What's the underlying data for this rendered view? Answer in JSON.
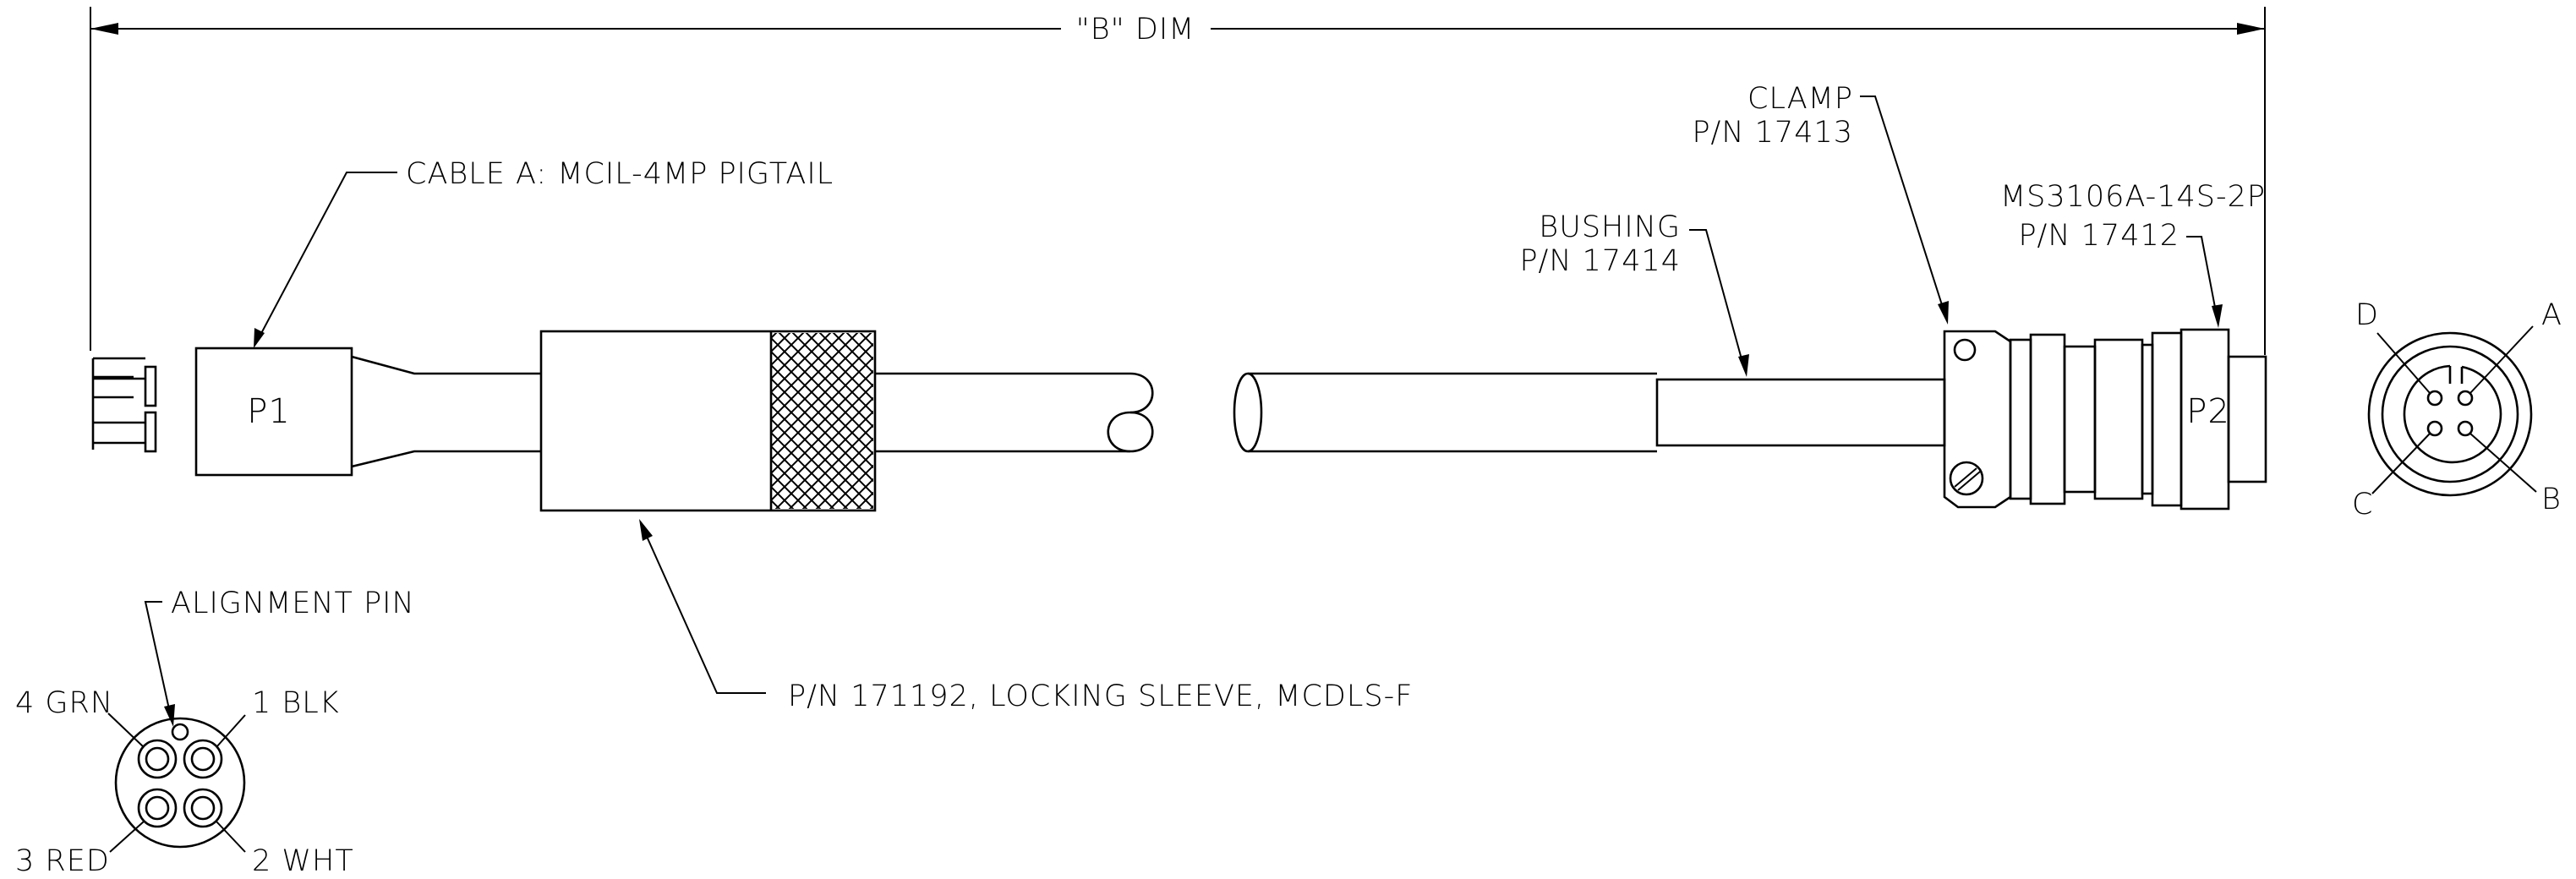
{
  "dimension": {
    "label": "\"B\" DIM"
  },
  "cable": {
    "label": "CABLE A: MCIL-4MP PIGTAIL"
  },
  "plugs": {
    "p1": "P1",
    "p2": "P2"
  },
  "sleeve": {
    "label": "P/N 171192,  LOCKING SLEEVE, MCDLS-F"
  },
  "bushing": {
    "name": "BUSHING",
    "pn": "P/N 17414"
  },
  "clamp": {
    "name": "CLAMP",
    "pn": "P/N 17413"
  },
  "connector": {
    "name": "MS3106A-14S-2P",
    "pn": "P/N 17412"
  },
  "pin_face": {
    "alignment": "ALIGNMENT PIN",
    "pins": [
      "1 BLK",
      "2 WHT",
      "3 RED",
      "4 GRN"
    ]
  },
  "receptacle_face": {
    "pins": [
      "A",
      "B",
      "C",
      "D"
    ]
  },
  "colors": {
    "line": "#000000",
    "background": "#ffffff"
  }
}
